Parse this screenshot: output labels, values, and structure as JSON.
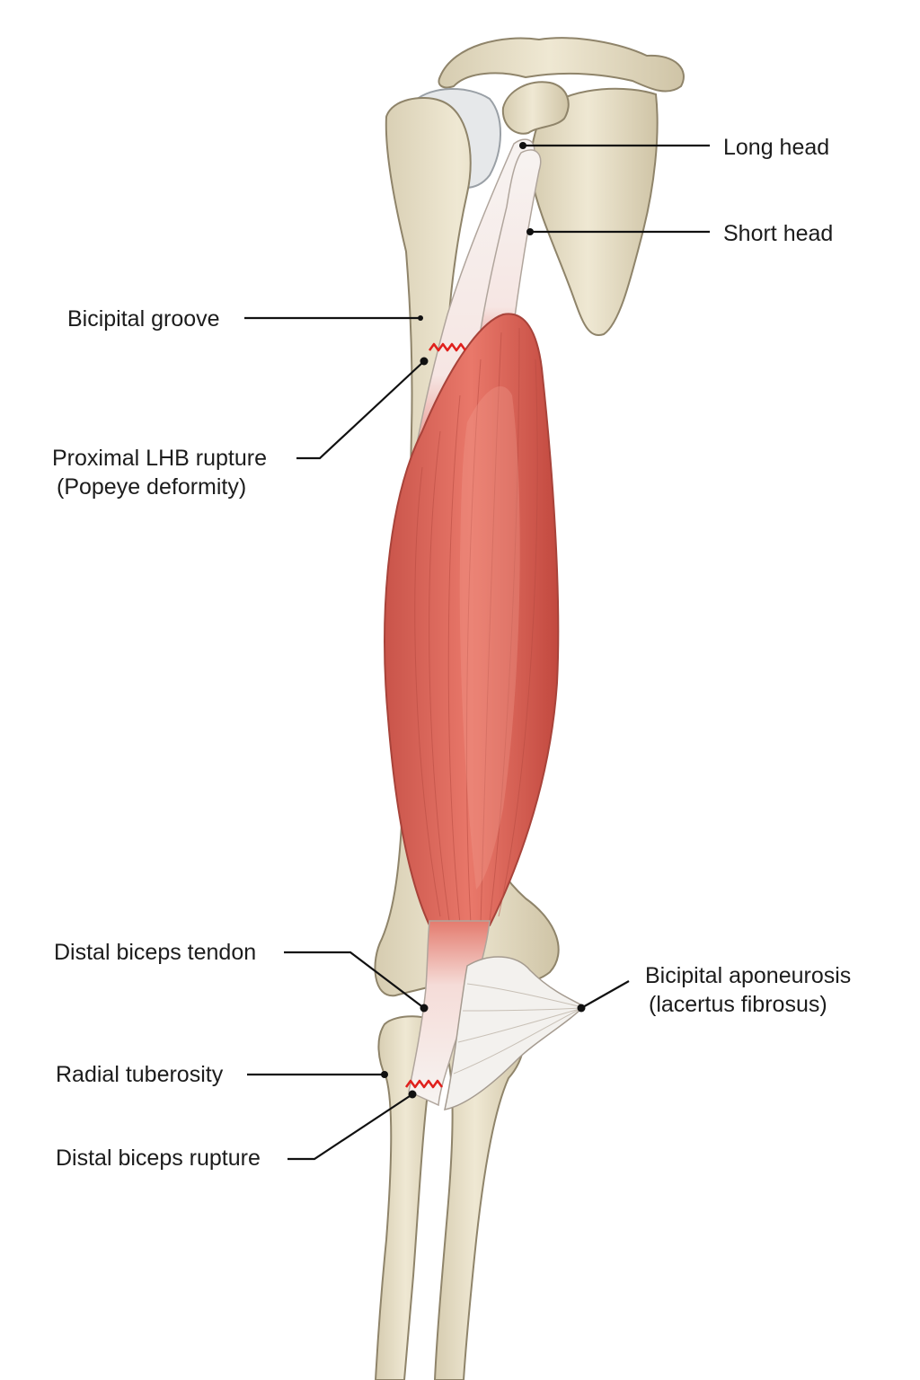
{
  "diagram": {
    "colors": {
      "bone": "#ebe3cc",
      "bone_shadow": "#cfc3a3",
      "bone_outline": "#8f846a",
      "cartilage": "#e4e7ea",
      "muscle": "#df6a5d",
      "muscle_dark": "#b84a40",
      "muscle_light": "#ef9a8c",
      "tendon": "#f7f2ef",
      "tendon_outline": "#b0a59c",
      "rupture": "#e0201c",
      "leader": "#111111"
    },
    "labels": {
      "long_head": "Long head",
      "short_head": "Short head",
      "bicipital_groove": "Bicipital groove",
      "proximal_rupture_line1": "Proximal LHB rupture",
      "proximal_rupture_line2": "(Popeye deformity)",
      "distal_tendon": "Distal biceps tendon",
      "aponeurosis_line1": "Bicipital aponeurosis",
      "aponeurosis_line2": "(lacertus fibrosus)",
      "radial_tuberosity": "Radial tuberosity",
      "distal_rupture": "Distal biceps rupture"
    }
  }
}
